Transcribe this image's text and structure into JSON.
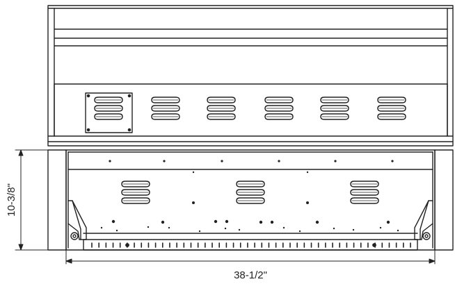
{
  "dimensions": {
    "height_label": "10-3/8\"",
    "width_label": "38-1/2\""
  },
  "colors": {
    "line": "#222222",
    "background": "#ffffff"
  },
  "counts": {
    "hood_vents": 6,
    "cavity_vents": 3,
    "louvers_per_vent": 3,
    "front_rail_slots": 46
  }
}
